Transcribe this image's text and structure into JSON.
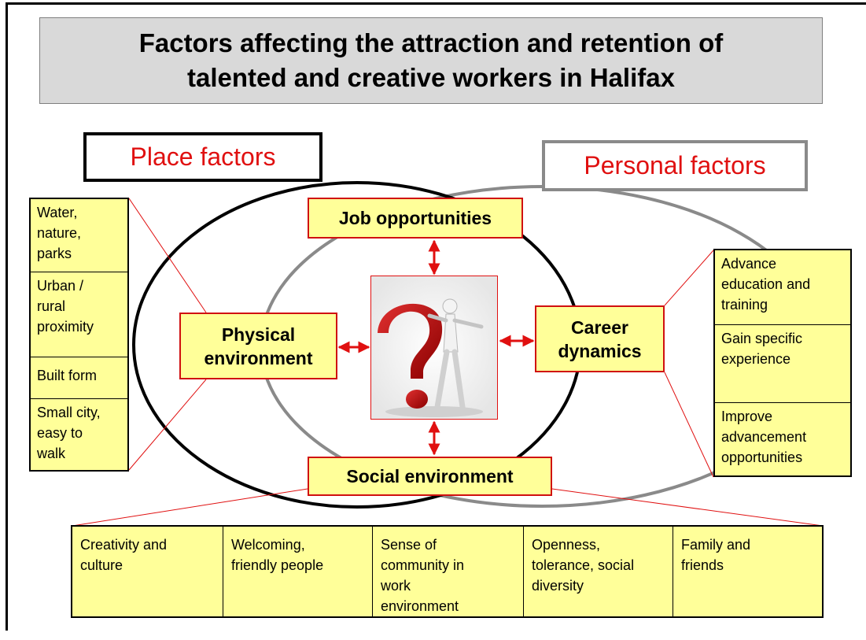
{
  "title": "Factors affecting the attraction and retention of\ntalented and creative workers in Halifax",
  "categories": {
    "place": "Place factors",
    "personal": "Personal factors"
  },
  "factors": {
    "job": "Job opportunities",
    "physical": "Physical\nenvironment",
    "career": "Career\ndynamics",
    "social": "Social environment"
  },
  "physical_items": [
    "Water,\nnature,\nparks",
    "Urban /\nrural\nproximity",
    "Built form",
    "Small city,\neasy to\nwalk"
  ],
  "career_items": [
    "Advance\neducation and\ntraining",
    "Gain specific\nexperience",
    "Improve\nadvancement\nopportunities"
  ],
  "social_items": [
    "Creativity and\nculture",
    "Welcoming,\nfriendly people",
    "Sense of\ncommunity in\nwork\nenvironment",
    "Openness,\ntolerance, social\ndiversity",
    "Family and\nfriends"
  ],
  "colors": {
    "accent_red": "#e01010",
    "box_fill": "#ffff99",
    "title_fill": "#d9d9d9"
  },
  "center_image_icon": "question-mark-figure-icon"
}
